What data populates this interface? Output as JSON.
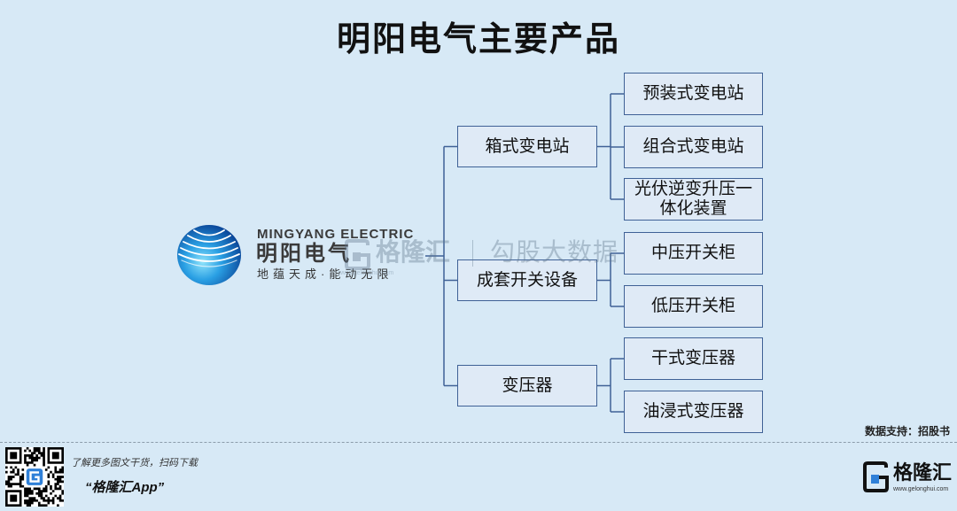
{
  "title": "明阳电气主要产品",
  "logo": {
    "english_name": "MINGYANG ELECTRIC",
    "chinese_name": "明阳电气",
    "slogan": "地蕴天成·能动无限",
    "icon": "globe-logo-icon"
  },
  "tree": {
    "categories": [
      {
        "label": "箱式变电站",
        "products": [
          "预装式变电站",
          "组合式变电站",
          "光伏逆变升压一体化装置"
        ]
      },
      {
        "label": "成套开关设备",
        "products": [
          "中压开关柜",
          "低压开关柜"
        ]
      },
      {
        "label": "变压器",
        "products": [
          "干式变压器",
          "油浸式变压器"
        ]
      }
    ]
  },
  "source": "数据支持：招股书",
  "watermark": {
    "brand": "格隆汇",
    "url": "www.gelonghui.com",
    "partner": "勾股大数据",
    "icon": "gelonghui-g-icon"
  },
  "footer": {
    "promo": "了解更多图文干货，扫码下载",
    "app_name": "“格隆汇App”",
    "brand": "格隆汇",
    "url": "www.gelonghui.com",
    "qr_icon": "qr-code-icon",
    "brand_icon": "gelonghui-g-icon"
  },
  "colors": {
    "background": "#d7e9f6",
    "box_border": "#3f6196",
    "connector": "#3f6196",
    "brand_blue": "#2f80d8"
  }
}
